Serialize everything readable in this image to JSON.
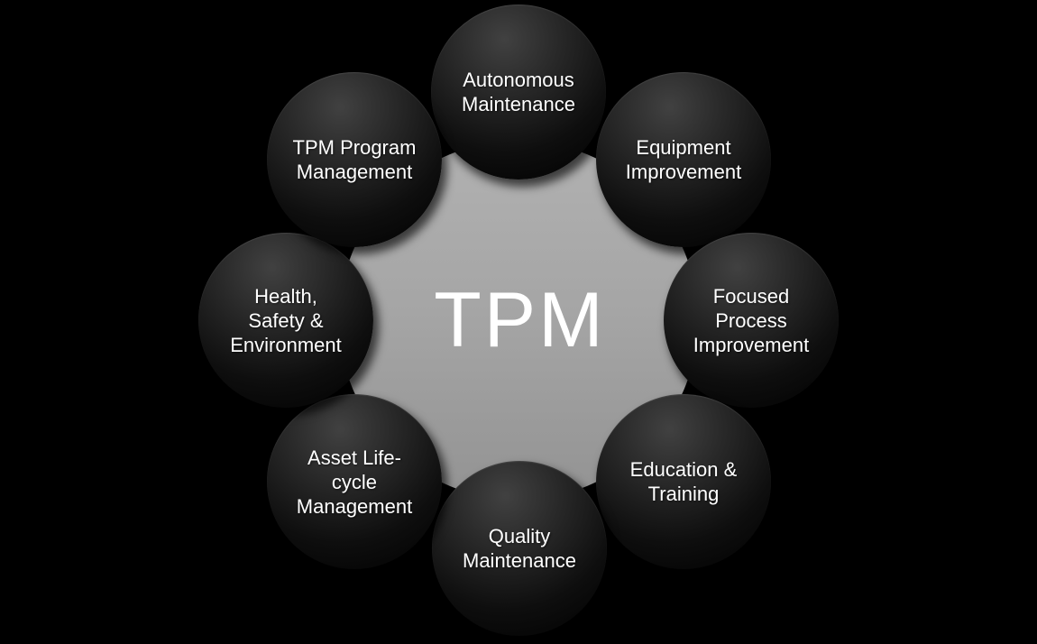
{
  "diagram": {
    "background_color": "#000000",
    "hub": {
      "label": "TPM",
      "fill_top": "#b1b1b1",
      "fill_bottom": "#939393",
      "text_color": "#ffffff"
    },
    "node_style": {
      "fill_top": "#414141",
      "fill_bottom": "#000000",
      "text_color": "#ffffff"
    },
    "nodes": [
      {
        "id": "autonomous-maintenance",
        "label": "Autonomous Maintenance",
        "lines": [
          "Autonomous",
          "Maintenance"
        ]
      },
      {
        "id": "equipment-improvement",
        "label": "Equipment Improvement",
        "lines": [
          "Equipment",
          "Improvement"
        ]
      },
      {
        "id": "focused-process-improvement",
        "label": "Focused Process Improvement",
        "lines": [
          "Focused",
          "Process",
          "Improvement"
        ]
      },
      {
        "id": "education-training",
        "label": "Education & Training",
        "lines": [
          "Education &",
          "Training"
        ]
      },
      {
        "id": "quality-maintenance",
        "label": "Quality Maintenance",
        "lines": [
          "Quality",
          "Maintenance"
        ]
      },
      {
        "id": "asset-lifecycle-management",
        "label": "Asset Life-cycle Management",
        "lines": [
          "Asset Life-",
          "cycle",
          "Management"
        ]
      },
      {
        "id": "health-safety-environment",
        "label": "Health, Safety & Environment",
        "lines": [
          "Health,",
          "Safety &",
          "Environment"
        ]
      },
      {
        "id": "tpm-program-management",
        "label": "TPM Program Management",
        "lines": [
          "TPM Program",
          "Management"
        ]
      }
    ]
  }
}
